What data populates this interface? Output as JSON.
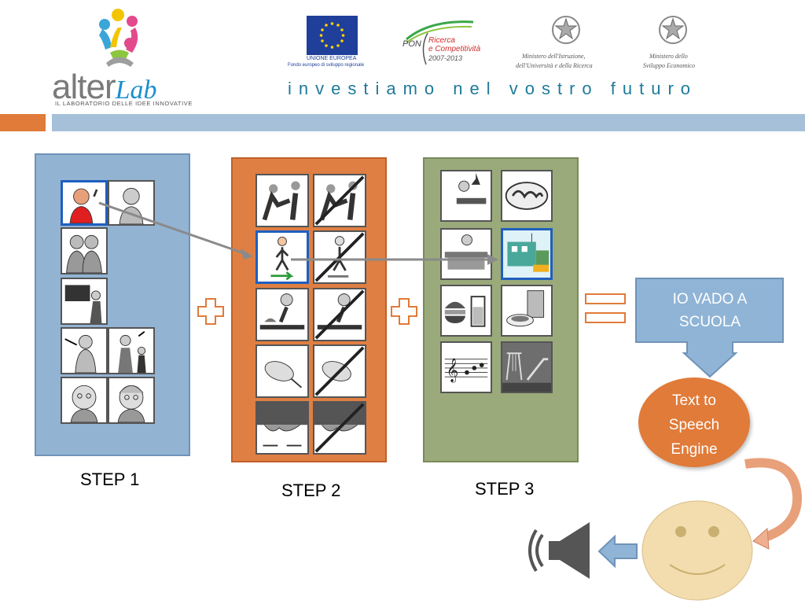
{
  "header": {
    "logo_name": "alter",
    "logo_script": "Lab",
    "logo_tagline": "IL LABORATORIO DELLE IDEE INNOVATIVE",
    "eu_title": "UNIONE EUROPEA",
    "eu_subtitle": "Fondo europeo di sviluppo regionale",
    "pon_label": "PON",
    "pon_line1": "Ricerca",
    "pon_line2": "e Competitività",
    "pon_years": "2007-2013",
    "ministry1_line1": "Ministero dell'Istruzione,",
    "ministry1_line2": "dell'Università e della Ricerca",
    "ministry2_line1": "Ministero dello",
    "ministry2_line2": "Sviluppo Economico",
    "slogan": "investiamo nel vostro futuro"
  },
  "steps": {
    "step1": "STEP 1",
    "step2": "STEP 2",
    "step3": "STEP 3"
  },
  "output_box": "IO VADO A SCUOLA",
  "tts_engine": "Text to Speech Engine",
  "colors": {
    "accent_orange": "#e07b39",
    "band_blue": "#a6c0d9",
    "panel1": "#93b3d3",
    "panel2": "#df7f43",
    "panel3": "#9aaa7a",
    "callout": "#8fb4d6",
    "face": "#f3dcae",
    "selection": "#1f5fbf"
  },
  "icons": [
    "speaker-icon",
    "face-icon",
    "plus-icon",
    "equals-icon",
    "arrow-left-icon"
  ]
}
